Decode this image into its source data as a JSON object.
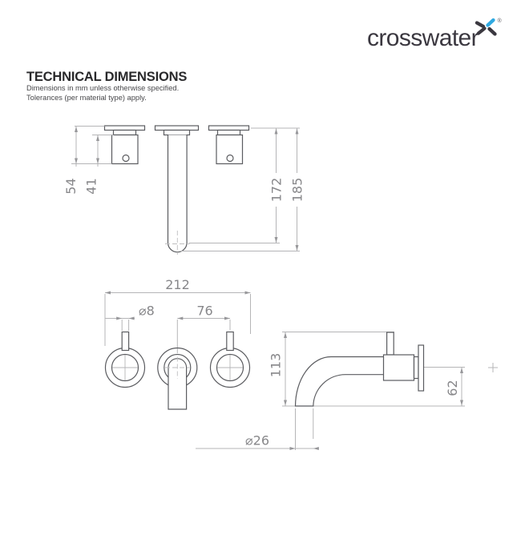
{
  "brand": {
    "name": "crosswater",
    "registered": "®",
    "accent_blue": "#2FA9E1",
    "ink": "#3B3840"
  },
  "header": {
    "title": "TECHNICAL DIMENSIONS",
    "note_line1": "Dimensions in mm unless otherwise specified.",
    "note_line2": "Tolerances (per material type) apply."
  },
  "views": {
    "top_view": {
      "handle_total_depth": "54",
      "handle_body_depth": "41",
      "spout_straight_reach": "172",
      "spout_total_reach": "185"
    },
    "front_view": {
      "overall_width": "212",
      "lever_diameter": "⌀8",
      "centre_spacing": "76"
    },
    "side_view": {
      "spout_height": "113",
      "outlet_drop": "62",
      "spout_diameter": "⌀26"
    }
  },
  "colors": {
    "object_line": "#5B5C60",
    "dimension_line": "#B5B5B7",
    "dimension_text": "#87878A"
  }
}
